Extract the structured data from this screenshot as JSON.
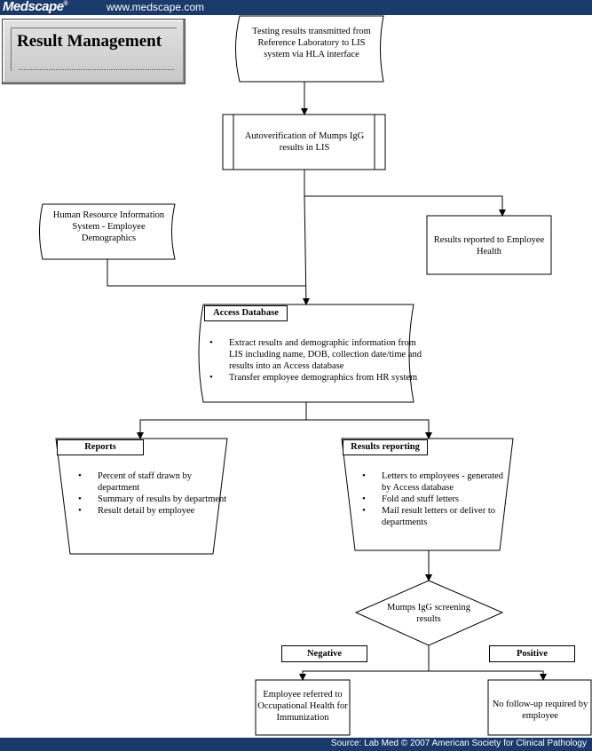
{
  "header": {
    "logo": "Medscape",
    "logo_mark": "®",
    "url": "www.medscape.com"
  },
  "footer": {
    "source": "Source: Lab Med © 2007 American Society for Clinical Pathology"
  },
  "title": "Result Management",
  "nodes": {
    "testing": "Testing results transmitted from Reference Laboratory to LIS system via HLA interface",
    "autoverification": "Autoverification of Mumps IgG results in LIS",
    "hr_system": "Human Resource Information System - Employee Demographics",
    "employee_health": "Results reported to Employee Health",
    "access_db": {
      "header": "Access Database",
      "bullets": [
        "Extract results and demographic information from LIS including name, DOB, collection date/time and results into an Access database",
        "Transfer employee demographics from HR system"
      ]
    },
    "reports": {
      "header": "Reports",
      "bullets": [
        "Percent of staff drawn by department",
        "Summary of results by department",
        "Result detail by employee"
      ]
    },
    "results_reporting": {
      "header": "Results reporting",
      "bullets": [
        "Letters to employees - generated by Access database",
        "Fold and stuff letters",
        "Mail result letters or deliver to departments"
      ]
    },
    "decision": "Mumps IgG screening results",
    "negative": "Negative",
    "positive": "Positive",
    "negative_outcome": "Employee referred to Occupational Health for Immunization",
    "positive_outcome": "No follow-up required by employee"
  }
}
